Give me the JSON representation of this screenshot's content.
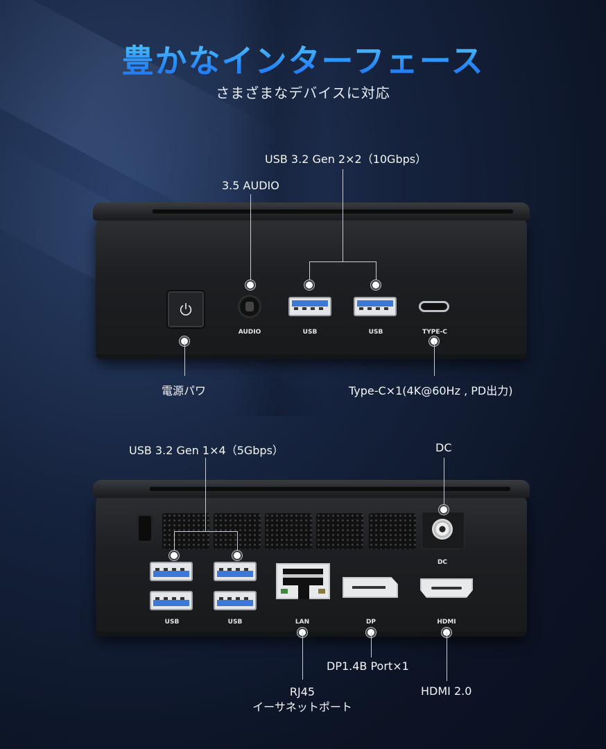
{
  "header": {
    "title": "豊かなインターフェース",
    "subtitle": "さまざまなデバイスに対応"
  },
  "front_panel": {
    "callouts": {
      "usb_gen2": "USB 3.2 Gen 2×2（10Gbps）",
      "audio": "3.5 AUDIO",
      "power": "電源パワ",
      "typec": "Type-C×1(4K@60Hz , PD出力)"
    },
    "port_labels": {
      "audio": "AUDIO",
      "usb_1": "USB",
      "usb_2": "USB",
      "typec": "TYPE-C"
    },
    "power_icon": "power-icon"
  },
  "rear_panel": {
    "callouts": {
      "usb_gen1": "USB 3.2 Gen 1×4（5Gbps）",
      "dc": "DC",
      "dp": "DP1.4B Port×1",
      "rj45_line1": "RJ45",
      "rj45_line2": "イーサネットポート",
      "hdmi": "HDMI 2.0"
    },
    "port_labels": {
      "dc": "DC",
      "usb_1": "USB",
      "usb_2": "USB",
      "lan": "LAN",
      "dp": "DP",
      "hdmi": "HDMI"
    }
  },
  "colors": {
    "title_gradient_top": "#5ad6ff",
    "title_gradient_bottom": "#1f6ff0",
    "background": "#0c1425",
    "usb_blue": "#3b78d8"
  }
}
